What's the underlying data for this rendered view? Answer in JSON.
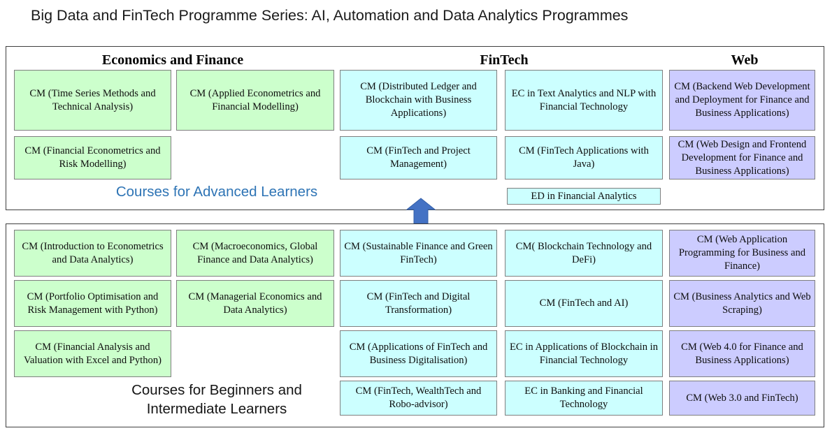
{
  "title": "Big Data and FinTech Programme Series: AI, Automation and Data Analytics Programmes",
  "columns": {
    "economics": "Economics and Finance",
    "fintech": "FinTech",
    "web": "Web"
  },
  "captions": {
    "advanced": "Courses for Advanced Learners",
    "beginner": "Courses for Beginners and\nIntermediate Learners"
  },
  "colors": {
    "green": "#CCFFCC",
    "cyan": "#CCFFFF",
    "purple": "#CCCCFF",
    "arrow": "#4472C4",
    "advanced_caption": "#2E74B5",
    "box_border": "#7F7F7F",
    "panel_border": "#3F3F3F"
  },
  "icons": {
    "arrow": "up-arrow-icon"
  },
  "advanced": {
    "economics_col1": [
      "CM (Time Series Methods and Technical Analysis)",
      "CM (Financial Econometrics and Risk Modelling)"
    ],
    "economics_col2": [
      "CM (Applied Econometrics and Financial Modelling)"
    ],
    "fintech_col1": [
      "CM (Distributed Ledger and Blockchain with Business Applications)",
      "CM (FinTech and Project Management)"
    ],
    "fintech_col2": [
      "EC in Text Analytics and NLP with Financial Technology",
      "CM (FinTech Applications with Java)",
      "ED in Financial Analytics"
    ],
    "web": [
      "CM (Backend Web Development and Deployment for Finance and Business Applications)",
      "CM (Web Design and Frontend Development for Finance and Business Applications)"
    ]
  },
  "beginner": {
    "economics_col1": [
      "CM (Introduction to Econometrics and Data Analytics)",
      "CM (Portfolio Optimisation and Risk Management with Python)",
      "CM (Financial Analysis and Valuation with Excel and Python)"
    ],
    "economics_col2": [
      "CM (Macroeconomics, Global Finance and Data Analytics)",
      "CM (Managerial Economics and Data Analytics)"
    ],
    "fintech_col1": [
      "CM (Sustainable Finance and Green FinTech)",
      "CM (FinTech and Digital Transformation)",
      "CM (Applications of FinTech and Business Digitalisation)",
      "CM (FinTech, WealthTech and Robo-advisor)"
    ],
    "fintech_col2": [
      "CM( Blockchain Technology and DeFi)",
      "CM (FinTech and AI)",
      "EC in Applications of Blockchain in Financial Technology",
      "EC in Banking and Financial Technology"
    ],
    "web": [
      "CM (Web Application Programming for Business and Finance)",
      "CM (Business Analytics and Web Scraping)",
      "CM (Web 4.0 for Finance and Business Applications)",
      "CM (Web 3.0 and FinTech)"
    ]
  }
}
